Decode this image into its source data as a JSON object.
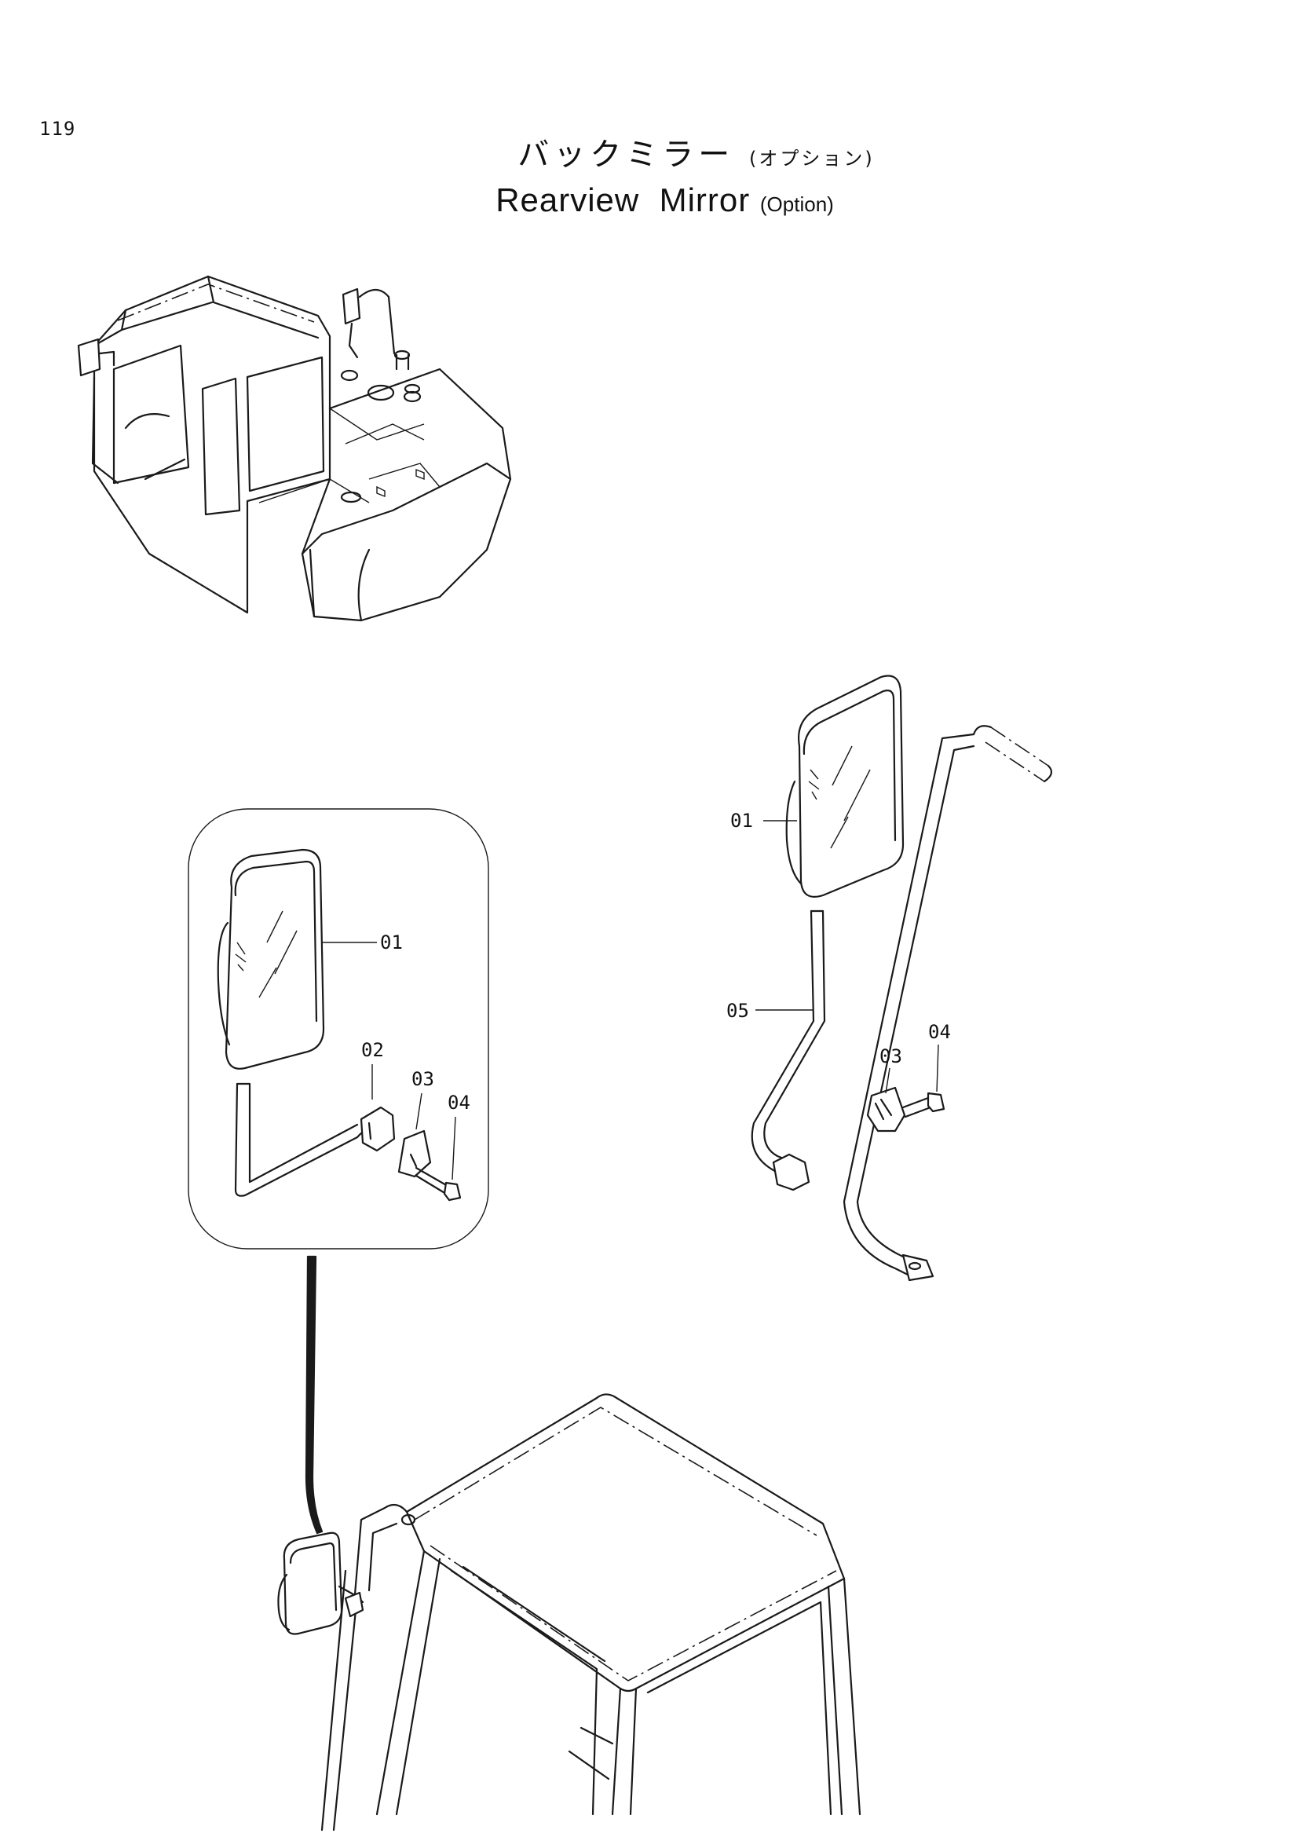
{
  "page_number": "119",
  "title": {
    "ja_main": "バックミラー",
    "ja_sub": "(オプション)",
    "en_main": "Rearview  Mirror",
    "en_sub": "(Option)"
  },
  "callouts": {
    "detail_left": [
      "01",
      "02",
      "03",
      "04"
    ],
    "detail_right": [
      "01",
      "05",
      "03",
      "04"
    ]
  }
}
